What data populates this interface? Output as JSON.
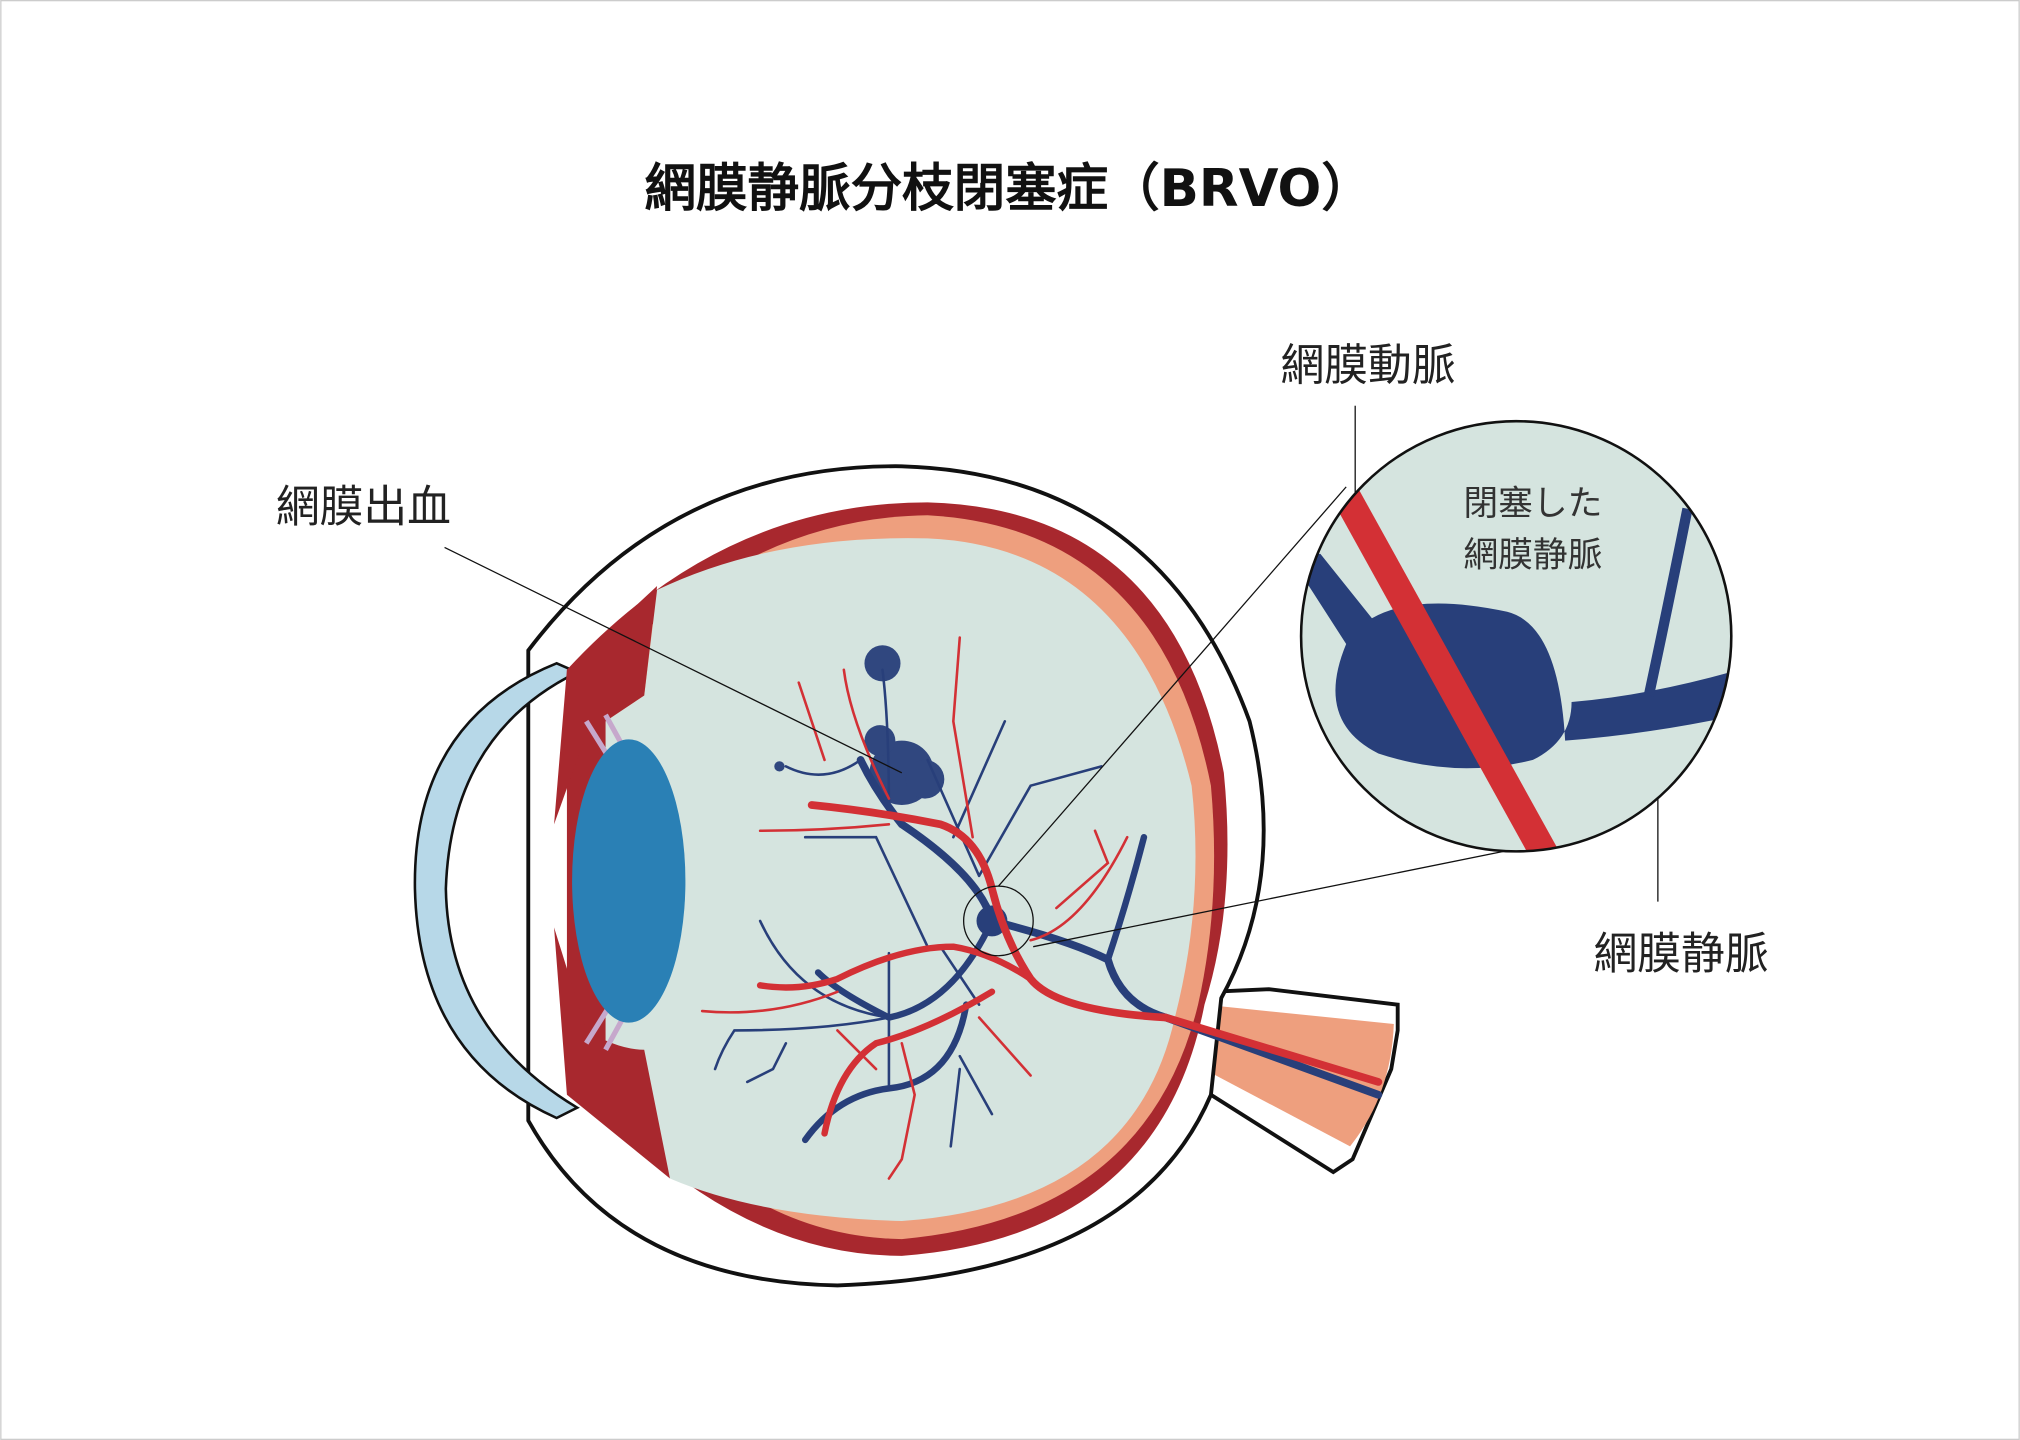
{
  "title": "網膜静脈分枝閉塞症（BRVO）",
  "labels": {
    "retinal_artery": "網膜動脈",
    "retinal_hemorrhage": "網膜出血",
    "occluded_line1": "閉塞した",
    "occluded_line2": "網膜静脈",
    "retinal_vein": "網膜静脈"
  },
  "colors": {
    "artery": "#d33035",
    "vein": "#283f7a",
    "choroid": "#a8282e",
    "retina_layer": "#ee9f7e",
    "vitreous": "#d5e4df",
    "lens": "#2a80b5",
    "cornea": "#b7d8e8"
  }
}
